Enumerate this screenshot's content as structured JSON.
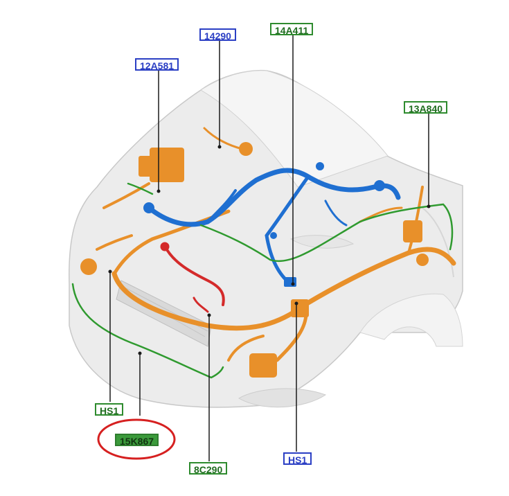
{
  "diagram": {
    "labels": {
      "l14290": {
        "text": "14290"
      },
      "l14A411": {
        "text": "14A411"
      },
      "l12A581": {
        "text": "12A581"
      },
      "l13A840": {
        "text": "13A840"
      },
      "lHS1a": {
        "text": "HS1"
      },
      "l15K867": {
        "text": "15K867"
      },
      "l8C290": {
        "text": "8C290"
      },
      "lHS1b": {
        "text": "HS1"
      }
    },
    "colors": {
      "label_blue": "#2b3fc4",
      "label_green": "#2e8b2e",
      "harness_orange": "#e8902a",
      "harness_blue": "#1f6fd1",
      "harness_green": "#2f9a2f",
      "harness_red": "#d42a2a",
      "highlight_circle": "#d62020",
      "body_grey": "#ececec"
    }
  }
}
